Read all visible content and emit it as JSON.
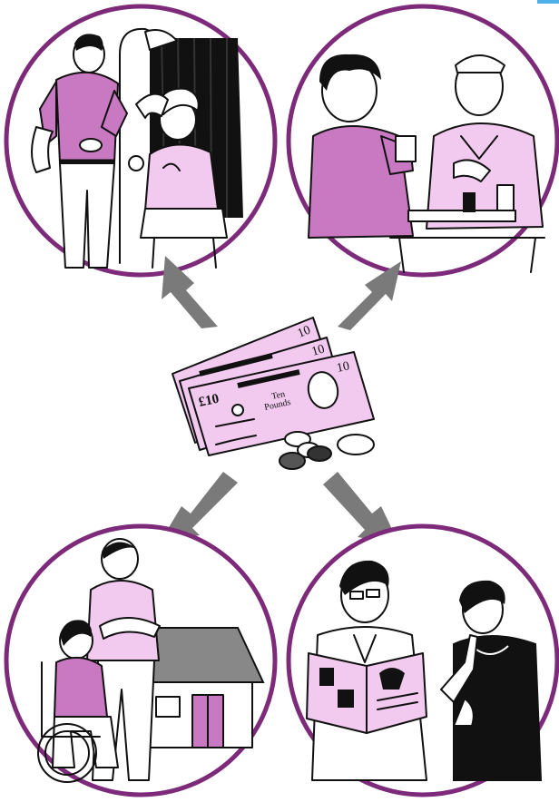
{
  "colors": {
    "circle_border": "#7d2a7a",
    "accent_pink": "#c978c2",
    "light_pink": "#f2c9ef",
    "arrow_grey": "#7a7a7a",
    "ink": "#111111"
  },
  "banknote": {
    "denomination": "£10",
    "corner_value": "10",
    "words_line1": "Ten",
    "words_line2": "Pounds"
  },
  "icons": [
    "personal-care-illustration",
    "social-visit-illustration",
    "home-support-illustration",
    "shopping-help-illustration",
    "money-illustration",
    "arrow-icon"
  ]
}
